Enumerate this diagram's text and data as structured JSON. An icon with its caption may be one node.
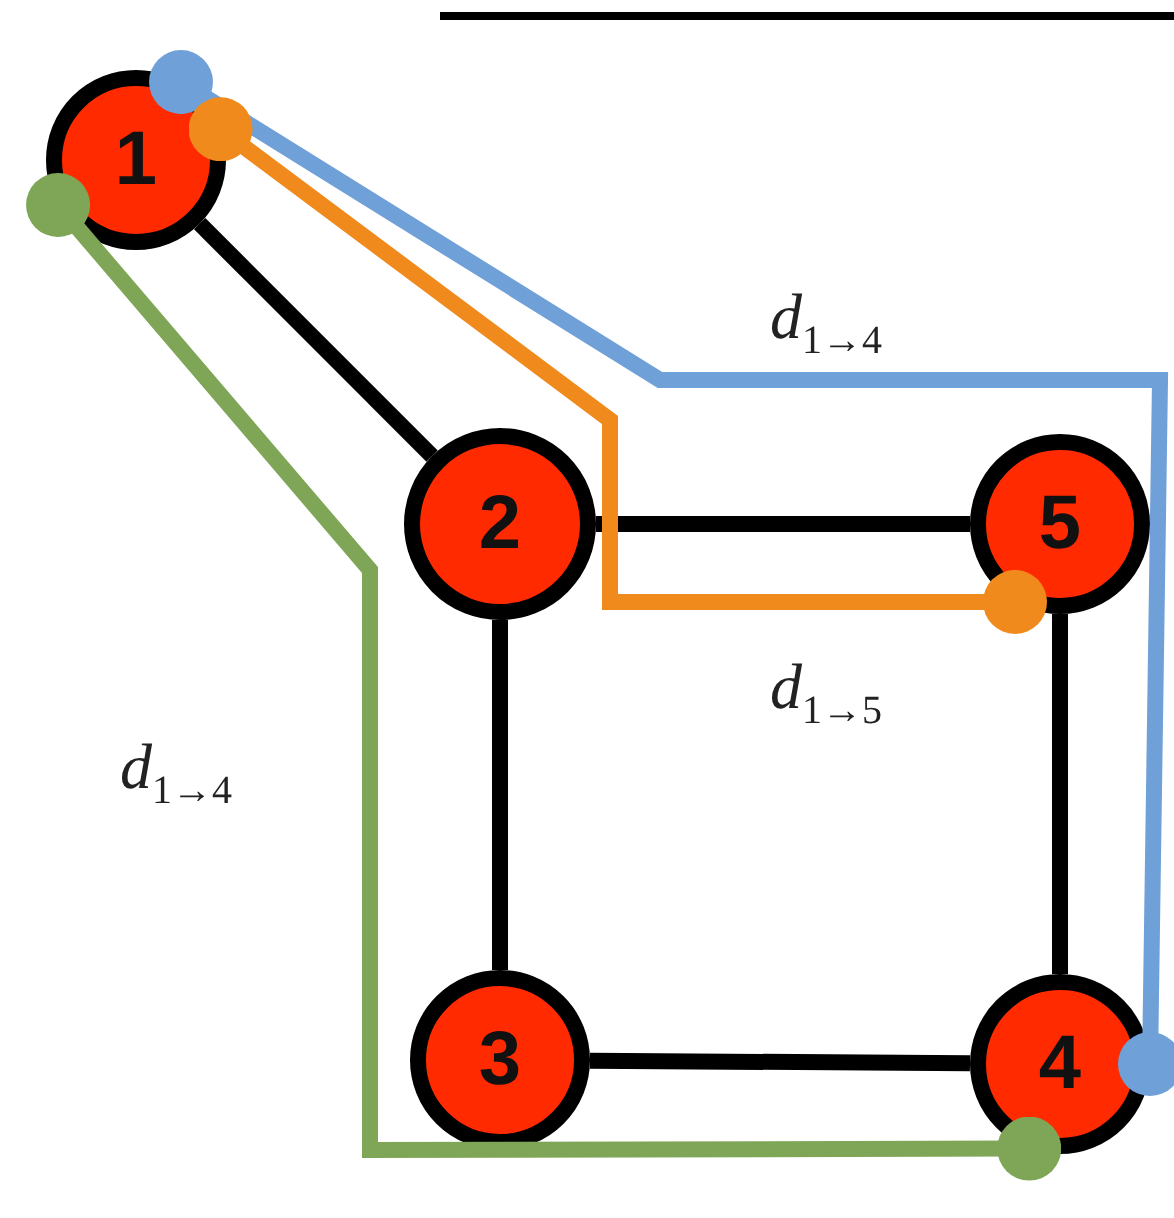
{
  "diagram": {
    "nodes": [
      {
        "text": [
          "1"
        ]
      },
      {
        "text": [
          "2"
        ]
      },
      {
        "text": [
          "5"
        ]
      },
      {
        "text": [
          "3"
        ]
      },
      {
        "text": [
          "4"
        ]
      }
    ],
    "edges": [
      {
        "from": 0,
        "to": 1,
        "arrow": "none"
      },
      {
        "from": 1,
        "to": 2,
        "arrow": "none"
      },
      {
        "from": 1,
        "to": 3,
        "arrow": "none"
      },
      {
        "from": 3,
        "to": 4,
        "arrow": "none"
      },
      {
        "from": 2,
        "to": 4,
        "arrow": "none"
      },
      {
        "from": 0,
        "to": 4,
        "arrow": "other",
        "label": "*d*$_{1→4}$",
        "color": "#6fa0d8"
      },
      {
        "from": 0,
        "to": 2,
        "arrow": "other",
        "label": "*d*$_{1→5}$",
        "color": "#f08a1c"
      },
      {
        "from": 0,
        "to": 4,
        "arrow": "other",
        "label": "*d*$_{1→4}$",
        "color": "#7fa656"
      }
    ]
  }
}
